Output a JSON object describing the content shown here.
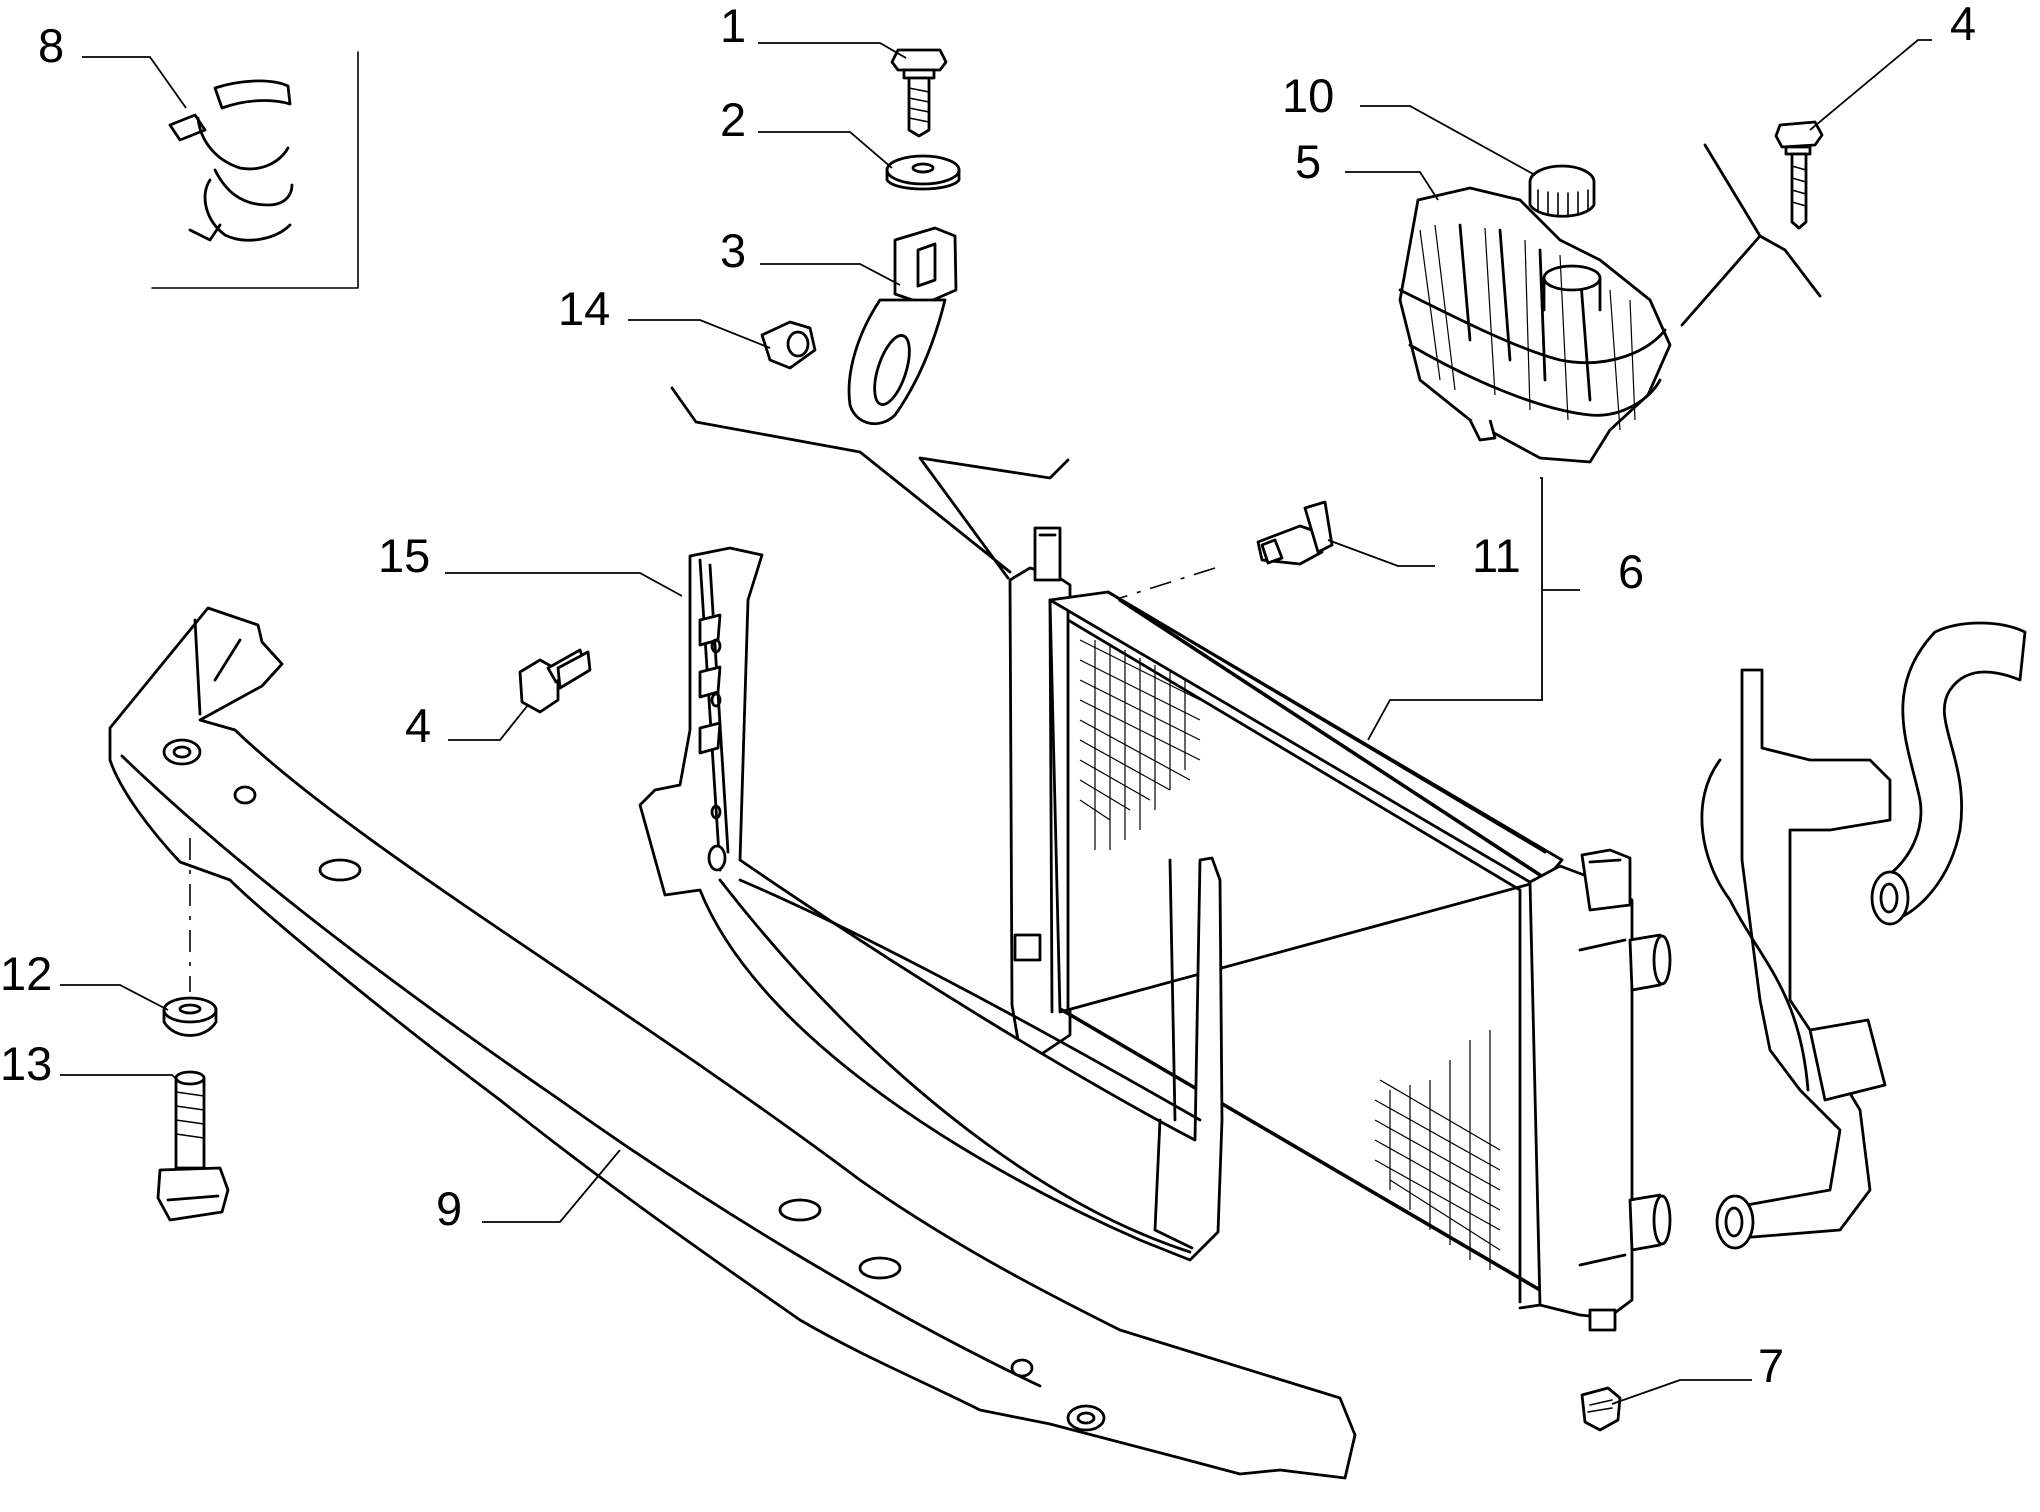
{
  "callouts": {
    "c1": "1",
    "c2": "2",
    "c3": "3",
    "c4_top": "4",
    "c4_mid": "4",
    "c5": "5",
    "c6": "6",
    "c7": "7",
    "c8": "8",
    "c9": "9",
    "c10": "10",
    "c11": "11",
    "c12": "12",
    "c13": "13",
    "c14": "14",
    "c15": "15"
  },
  "colors": {
    "line": "#000000",
    "background": "#ffffff"
  }
}
